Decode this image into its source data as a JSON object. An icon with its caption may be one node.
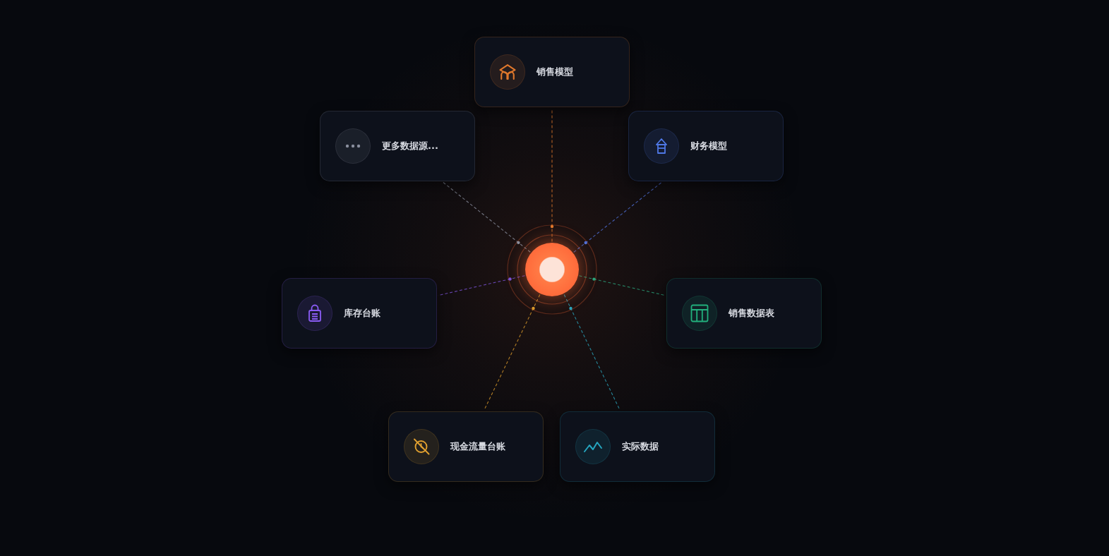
{
  "diagram": {
    "nodes": [
      {
        "text": [
          "销售模型"
        ]
      },
      {
        "text": [
          "更多数据源..."
        ]
      },
      {
        "text": [
          "财务模型"
        ]
      },
      {
        "text": [],
        "shape": "circle"
      },
      {
        "text": [
          "库存台账"
        ]
      },
      {
        "text": [
          "销售数据表"
        ]
      },
      {
        "text": [
          "现金流量台账"
        ]
      },
      {
        "text": [
          "实际数据"
        ]
      }
    ],
    "edges": [
      {
        "from": 3,
        "to": 0,
        "arrow": "none",
        "style": "dashed",
        "color": "#e0782c"
      },
      {
        "from": 3,
        "to": 1,
        "arrow": "none",
        "style": "dashed",
        "color": "#8a8f9e"
      },
      {
        "from": 3,
        "to": 2,
        "arrow": "none",
        "style": "dashed",
        "color": "#4f6fd6"
      },
      {
        "from": 3,
        "to": 4,
        "arrow": "none",
        "style": "dashed",
        "color": "#7a52d6"
      },
      {
        "from": 3,
        "to": 5,
        "arrow": "none",
        "style": "dashed",
        "color": "#2aa37a"
      },
      {
        "from": 3,
        "to": 6,
        "arrow": "none",
        "style": "dashed",
        "color": "#d99a2b"
      },
      {
        "from": 3,
        "to": 7,
        "arrow": "none",
        "style": "dashed",
        "color": "#2aa5bd"
      }
    ]
  }
}
